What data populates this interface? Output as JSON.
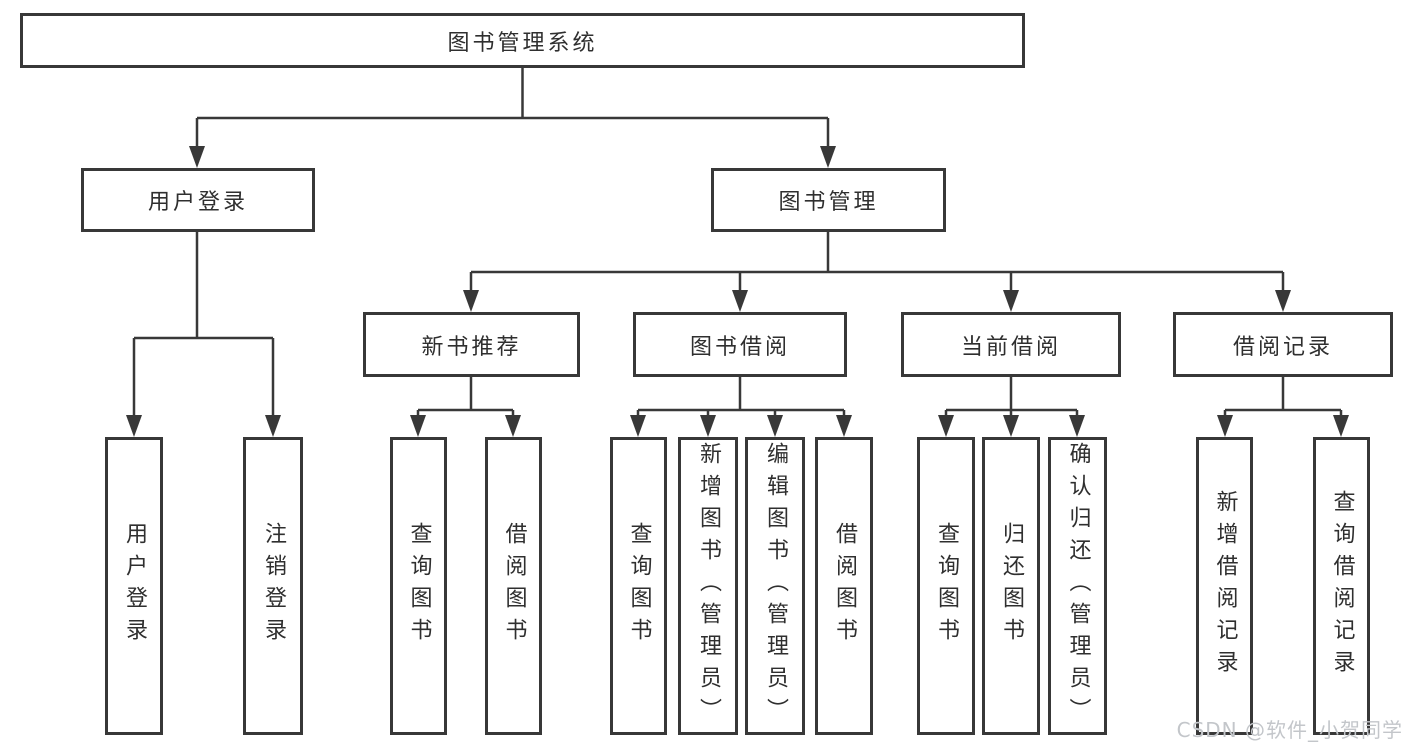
{
  "diagram": {
    "root": {
      "label": "图书管理系统"
    },
    "level2": [
      {
        "label": "用户登录"
      },
      {
        "label": "图书管理"
      }
    ],
    "level3": [
      {
        "label": "新书推荐",
        "parent": "图书管理"
      },
      {
        "label": "图书借阅",
        "parent": "图书管理"
      },
      {
        "label": "当前借阅",
        "parent": "图书管理"
      },
      {
        "label": "借阅记录",
        "parent": "图书管理"
      }
    ],
    "leaves": [
      {
        "label": "用户登录",
        "parent": "用户登录"
      },
      {
        "label": "注销登录",
        "parent": "用户登录"
      },
      {
        "label": "查询图书",
        "parent": "新书推荐"
      },
      {
        "label": "借阅图书",
        "parent": "新书推荐"
      },
      {
        "label": "查询图书",
        "parent": "图书借阅"
      },
      {
        "label": "新增图书（管理员）",
        "parent": "图书借阅"
      },
      {
        "label": "编辑图书（管理员）",
        "parent": "图书借阅"
      },
      {
        "label": "借阅图书",
        "parent": "图书借阅"
      },
      {
        "label": "查询图书",
        "parent": "当前借阅"
      },
      {
        "label": "归还图书",
        "parent": "当前借阅"
      },
      {
        "label": "确认归还（管理员）",
        "parent": "当前借阅"
      },
      {
        "label": "新增借阅记录",
        "parent": "借阅记录"
      },
      {
        "label": "查询借阅记录",
        "parent": "借阅记录"
      }
    ]
  },
  "watermark": {
    "text": "CSDN @软件_小贺同学"
  },
  "colors": {
    "line": "#383838",
    "text": "#2f2f2f",
    "watermark": "#c3c6ca",
    "background": "#ffffff"
  }
}
